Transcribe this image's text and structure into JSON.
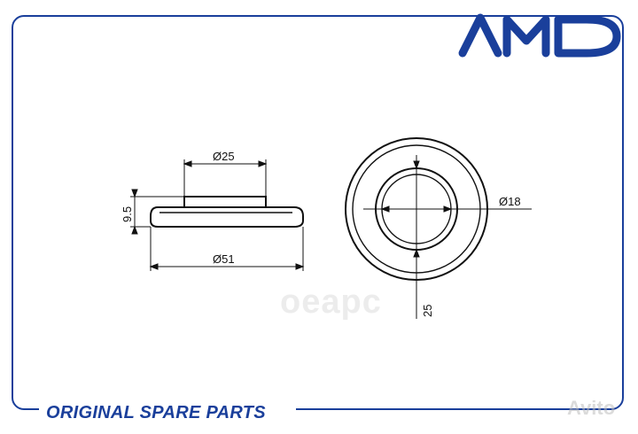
{
  "brand": {
    "logo_text": "AMD",
    "color": "#1a3f9b"
  },
  "footer": {
    "label": "ORIGINAL SPARE PARTS"
  },
  "watermark": {
    "text": "oeapc",
    "brand": "Avito"
  },
  "drawing": {
    "side_view": {
      "top_diameter_label": "Ø25",
      "bottom_diameter_label": "Ø51",
      "height_label": "9.5"
    },
    "top_view": {
      "inner_diameter_label": "Ø18",
      "dimension_label": "25"
    }
  }
}
